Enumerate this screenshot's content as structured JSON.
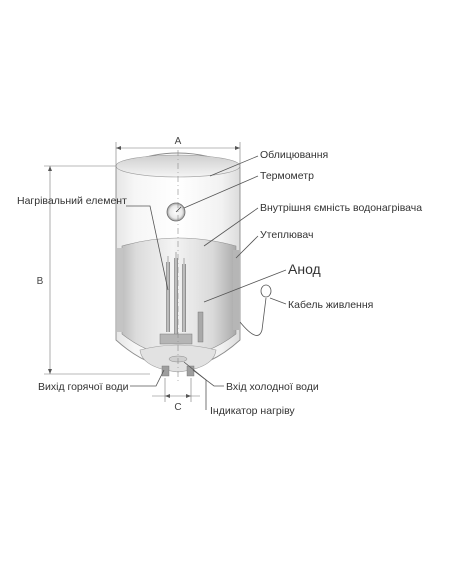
{
  "dimensions": {
    "a": "A",
    "b": "B",
    "c": "C"
  },
  "labels": {
    "cladding": "Облицювання",
    "thermometer": "Термометр",
    "heating_element": "Нагрівальний елемент",
    "inner_tank": "Внутрішня ємність водонагрівача",
    "insulation": "Утеплювач",
    "anode": "Анод",
    "power_cable": "Кабель живлення",
    "hot_water_outlet": "Вихід горячої води",
    "cold_water_inlet": "Вхід холодної води",
    "heating_indicator": "Індикатор нагріву"
  }
}
